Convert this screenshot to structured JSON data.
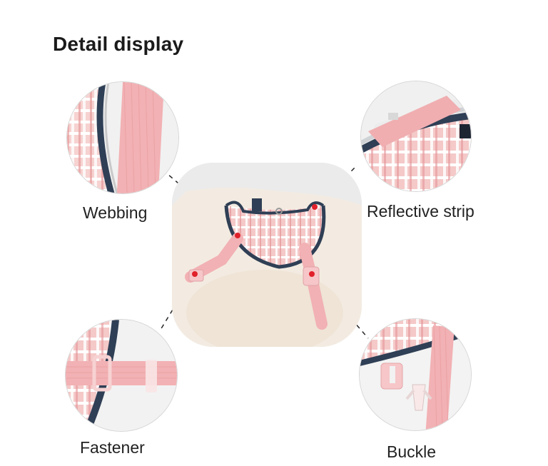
{
  "title": "Detail display",
  "details": {
    "webbing": {
      "label": "Webbing"
    },
    "reflective": {
      "label": "Reflective strip"
    },
    "fastener": {
      "label": "Fastener"
    },
    "buckle": {
      "label": "Buckle"
    }
  },
  "colors": {
    "pink": "#f2b1b4",
    "navy": "#2f3f55",
    "marker": "#e0202a",
    "plaid": "#f4c9c8"
  }
}
